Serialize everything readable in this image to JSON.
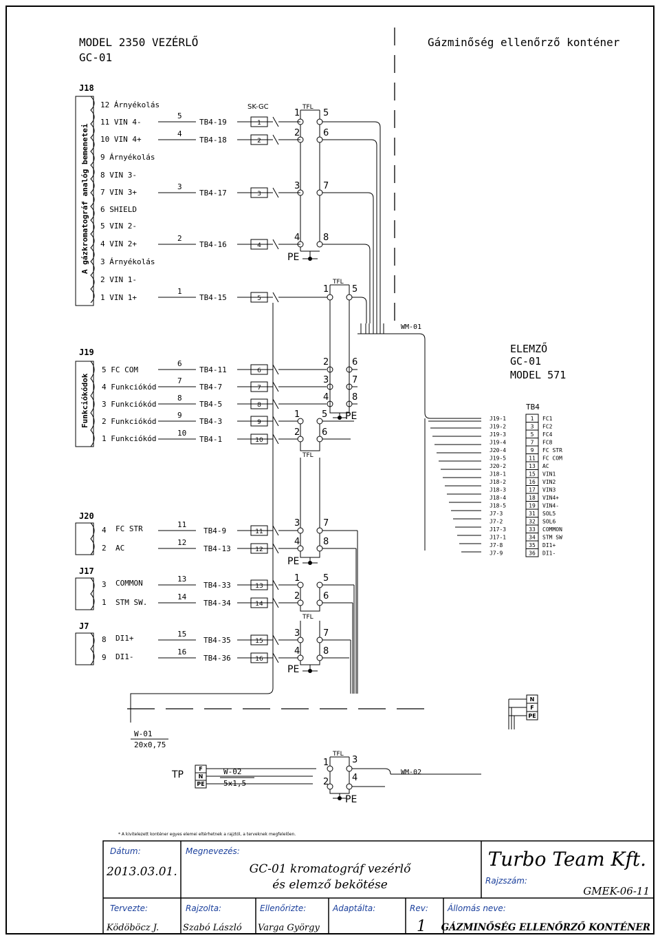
{
  "header": {
    "model_line1": "MODEL 2350 VEZÉRLŐ",
    "model_line2": "GC-01",
    "right_title": "Gázminőség ellenőrző konténer"
  },
  "j18": {
    "name": "J18",
    "side_label": "A gázkromatográf analóg bemenetei",
    "pins": [
      "12 Árnyékolás",
      "11 VIN 4-",
      "10 VIN 4+",
      "9 Árnyékolás",
      "8 VIN 3-",
      "7 VIN 3+",
      "6 SHIELD",
      "5 VIN 2-",
      "4 VIN 2+",
      "3 Árnyékolás",
      "2 VIN 1-",
      "1 VIN 1+"
    ],
    "wires": [
      {
        "num": "5",
        "tb": "TB4-19",
        "sk": "1"
      },
      {
        "num": "4",
        "tb": "TB4-18",
        "sk": "2"
      },
      {
        "num": "3",
        "tb": "TB4-17",
        "sk": "3"
      },
      {
        "num": "2",
        "tb": "TB4-16",
        "sk": "4"
      },
      {
        "num": "1",
        "tb": "TB4-15",
        "sk": "5"
      }
    ],
    "sk_label": "SK-GC"
  },
  "j19": {
    "name": "J19",
    "side_label": "Funkciókódok",
    "pins": [
      "5 FC COM",
      "4 Funkciókód",
      "3 Funkciókód",
      "2 Funkciókód",
      "1 Funkciókód"
    ],
    "wires": [
      {
        "num": "6",
        "tb": "TB4-11",
        "sk": "6"
      },
      {
        "num": "7",
        "tb": "TB4-7",
        "sk": "7"
      },
      {
        "num": "8",
        "tb": "TB4-5",
        "sk": "8"
      },
      {
        "num": "9",
        "tb": "TB4-3",
        "sk": "9"
      },
      {
        "num": "10",
        "tb": "TB4-1",
        "sk": "10"
      }
    ]
  },
  "j20": {
    "name": "J20",
    "pins": [
      "4",
      "2"
    ],
    "labels": [
      "FC STR",
      "AC"
    ],
    "wires": [
      {
        "num": "11",
        "tb": "TB4-9",
        "sk": "11"
      },
      {
        "num": "12",
        "tb": "TB4-13",
        "sk": "12"
      }
    ]
  },
  "j17": {
    "name": "J17",
    "pins": [
      "3",
      "1"
    ],
    "labels": [
      "COMMON",
      "STM SW."
    ],
    "wires": [
      {
        "num": "13",
        "tb": "TB4-33",
        "sk": "13"
      },
      {
        "num": "14",
        "tb": "TB4-34",
        "sk": "14"
      }
    ]
  },
  "j7": {
    "name": "J7",
    "pins": [
      "8",
      "9"
    ],
    "labels": [
      "DI1+",
      "DI1-"
    ],
    "wires": [
      {
        "num": "15",
        "tb": "TB4-35",
        "sk": "15"
      },
      {
        "num": "16",
        "tb": "TB4-36",
        "sk": "16"
      }
    ]
  },
  "tfl": {
    "label": "TFL",
    "pe": "PE",
    "nums": [
      "1",
      "2",
      "3",
      "4",
      "5",
      "6",
      "7",
      "8"
    ]
  },
  "cables": {
    "wm01": "WM-01",
    "wm02": "WM-02",
    "w01": "W-01",
    "w01_spec": "20x0,75",
    "w02": "W-02",
    "w02_spec": "5x1,5",
    "tp": "TP",
    "fnpe": [
      "F",
      "N",
      "PE"
    ],
    "nfpe": [
      "N",
      "F",
      "PE"
    ]
  },
  "analyzer": {
    "title1": "ELEMZŐ",
    "title2": "GC-01",
    "title3": "MODEL 571",
    "tb": "TB4",
    "rows": [
      {
        "src": "J19-1",
        "term": "1",
        "sig": "FC1"
      },
      {
        "src": "J19-2",
        "term": "3",
        "sig": "FC2"
      },
      {
        "src": "J19-3",
        "term": "5",
        "sig": "FC4"
      },
      {
        "src": "J19-4",
        "term": "7",
        "sig": "FC8"
      },
      {
        "src": "J20-4",
        "term": "9",
        "sig": "FC STR"
      },
      {
        "src": "J19-5",
        "term": "11",
        "sig": "FC COM"
      },
      {
        "src": "J20-2",
        "term": "13",
        "sig": "AC"
      },
      {
        "src": "J18-1",
        "term": "15",
        "sig": "VIN1"
      },
      {
        "src": "J18-2",
        "term": "16",
        "sig": "VIN2"
      },
      {
        "src": "J18-3",
        "term": "17",
        "sig": "VIN3"
      },
      {
        "src": "J18-4",
        "term": "18",
        "sig": "VIN4+"
      },
      {
        "src": "J18-5",
        "term": "19",
        "sig": "VIN4-"
      },
      {
        "src": "J7-3",
        "term": "31",
        "sig": "SOL5"
      },
      {
        "src": "J7-2",
        "term": "32",
        "sig": "SOL6"
      },
      {
        "src": "J17-3",
        "term": "33",
        "sig": "COMMON"
      },
      {
        "src": "J17-1",
        "term": "34",
        "sig": "STM SW"
      },
      {
        "src": "J7-8",
        "term": "35",
        "sig": "DI1+"
      },
      {
        "src": "J7-9",
        "term": "36",
        "sig": "DI1-"
      }
    ]
  },
  "footnote": "* A kivitelezett konténer egyes elemei eltérhetnek a rajztól, a terveknek megfelelően.",
  "title_block": {
    "date_label": "Dátum:",
    "date": "2013.03.01.",
    "name_label": "Megnevezés:",
    "name_line1": "GC-01 kromatográf vezérlő",
    "name_line2": "és elemző bekötése",
    "company": "Turbo Team Kft.",
    "drawing_no_label": "Rajzszám:",
    "drawing_no": "GMEK-06-11",
    "designer_label": "Tervezte:",
    "designer": "Ködöböcz J.",
    "drawn_label": "Rajzolta:",
    "drawn": "Szabó László",
    "checked_label": "Ellenőrizte:",
    "checked": "Varga György",
    "adapted_label": "Adaptálta:",
    "rev_label": "Rev:",
    "rev": "1",
    "station_label": "Állomás neve:",
    "station": "GÁZMINŐSÉG ELLENŐRZŐ KONTÉNER"
  }
}
